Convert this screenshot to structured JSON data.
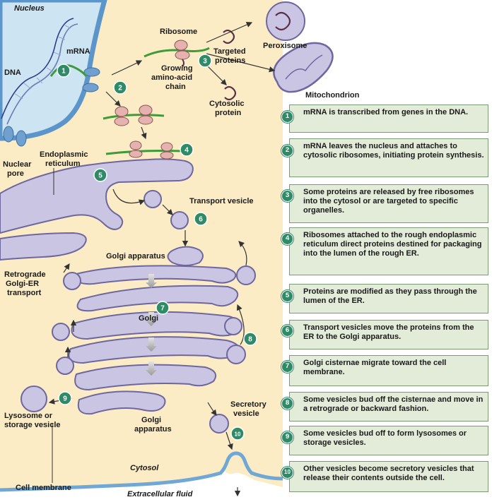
{
  "labels": {
    "nucleus": "Nucleus",
    "mrna": "mRNA",
    "dna": "DNA",
    "ribosome": "Ribosome",
    "growing_chain": [
      "Growing",
      "amino-acid",
      "chain"
    ],
    "targeted_proteins": [
      "Targeted",
      "proteins"
    ],
    "peroxisome": "Peroxisome",
    "mitochondrion": "Mitochondrion",
    "cytosolic_protein": [
      "Cytosolic",
      "protein"
    ],
    "nuclear_pore": [
      "Nuclear",
      "pore"
    ],
    "er": [
      "Endoplasmic",
      "reticulum"
    ],
    "transport_vesicle": "Transport vesicle",
    "golgi_apparatus_top": "Golgi apparatus",
    "retrograde": [
      "Retrograde",
      "Golgi-ER",
      "transport"
    ],
    "golgi_mid": "Golgi",
    "lysosome": [
      "Lysosome or",
      "storage vesicle"
    ],
    "golgi_apparatus_bottom": [
      "Golgi",
      "apparatus"
    ],
    "secretory_vesicle": [
      "Secretory",
      "vesicle"
    ],
    "cytosol": "Cytosol",
    "cell_membrane": "Cell membrane",
    "extracellular_fluid": "Extracellular fluid"
  },
  "steps": [
    {
      "num": "1",
      "text": "mRNA is transcribed from genes in the DNA."
    },
    {
      "num": "2",
      "text": "mRNA leaves the nucleus and attaches to cytosolic ribosomes, initiating protein synthesis."
    },
    {
      "num": "3",
      "text": "Some proteins are released by free ribosomes into the cytosol or are targeted to specific organelles."
    },
    {
      "num": "4",
      "text": "Ribosomes attached to the rough endoplasmic reticulum direct proteins destined for packaging into the lumen of the rough ER."
    },
    {
      "num": "5",
      "text": "Proteins are modified as they pass through the lumen of the ER."
    },
    {
      "num": "6",
      "text": "Transport vesicles move the proteins from the ER to the Golgi apparatus."
    },
    {
      "num": "7",
      "text": "Golgi cisternae migrate toward the cell membrane."
    },
    {
      "num": "8",
      "text": "Some vesicles bud off the cisternae and move in a retrograde or backward fashion."
    },
    {
      "num": "9",
      "text": "Some vesicles bud off to form lysosomes or storage vesicles."
    },
    {
      "num": "10",
      "text": "Other vesicles become secretory vesicles that release their contents outside the cell."
    }
  ],
  "diagram_badges": [
    "1",
    "2",
    "3",
    "4",
    "5",
    "6",
    "7",
    "8",
    "9",
    "10"
  ],
  "colors": {
    "cytosol": "#fbecc6",
    "nucleus": "#cde4f2",
    "nuclear_envelope": "#5b95c9",
    "organelle": "#c9c5e3",
    "organelle_edge": "#6e679e",
    "badge": "#2f8a67",
    "step_box": "#e3ecd9",
    "mrna": "#3e9a3a",
    "ribosome": "#e6b2b0"
  }
}
